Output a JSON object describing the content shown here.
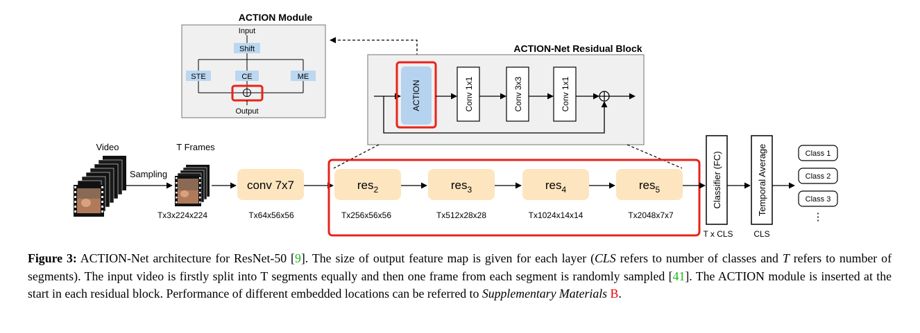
{
  "module": {
    "title": "ACTION Module",
    "input": "Input",
    "shift": "Shift",
    "ste": "STE",
    "ce": "CE",
    "me": "ME",
    "output": "Output"
  },
  "block": {
    "title": "ACTION-Net Residual Block",
    "action": "ACTION",
    "conv1": "Conv 1x1",
    "conv2": "Conv 3x3",
    "conv3": "Conv 1x1"
  },
  "pipeline": {
    "video": "Video",
    "sampling": "Sampling",
    "frames": "T Frames",
    "frames_dim": "Tx3x224x224",
    "conv": "conv 7x7",
    "conv_dim": "Tx64x56x56",
    "stages": [
      {
        "label": "res",
        "sub": "2",
        "dim": "Tx256x56x56"
      },
      {
        "label": "res",
        "sub": "3",
        "dim": "Tx512x28x28"
      },
      {
        "label": "res",
        "sub": "4",
        "dim": "Tx1024x14x14"
      },
      {
        "label": "res",
        "sub": "5",
        "dim": "Tx2048x7x7"
      }
    ],
    "classifier": "Classifier (FC)",
    "classifier_dim": "T x CLS",
    "temporal": "Temporal Average",
    "temporal_dim": "CLS",
    "classes": [
      "Class 1",
      "Class 2",
      "Class 3"
    ],
    "more": "⋮"
  },
  "caption": {
    "label": "Figure 3:",
    "t1": " ACTION-Net architecture for ResNet-50 [",
    "ref1": "9",
    "t2": "]. The size of output feature map is given for each layer (",
    "m1": "CLS",
    "t3": " refers to number of classes and ",
    "m2": "T",
    "t4": " refers to number of segments). The input video is firstly split into T segments equally and then one frame from each segment is randomly sampled [",
    "ref2": "41",
    "t5": "]. The ACTION module is inserted at the start in each residual block. Performance of different embedded locations can be referred to ",
    "supp": "Supplementary Materials",
    "t6": " ",
    "ref3": "B",
    "t7": "."
  },
  "colors": {
    "stage_fill": "#fde5c0",
    "action_fill": "#b5d3ee",
    "shift_fill": "#bcd7f0",
    "panel_fill": "#f0f0f0",
    "highlight": "#e8231a"
  }
}
